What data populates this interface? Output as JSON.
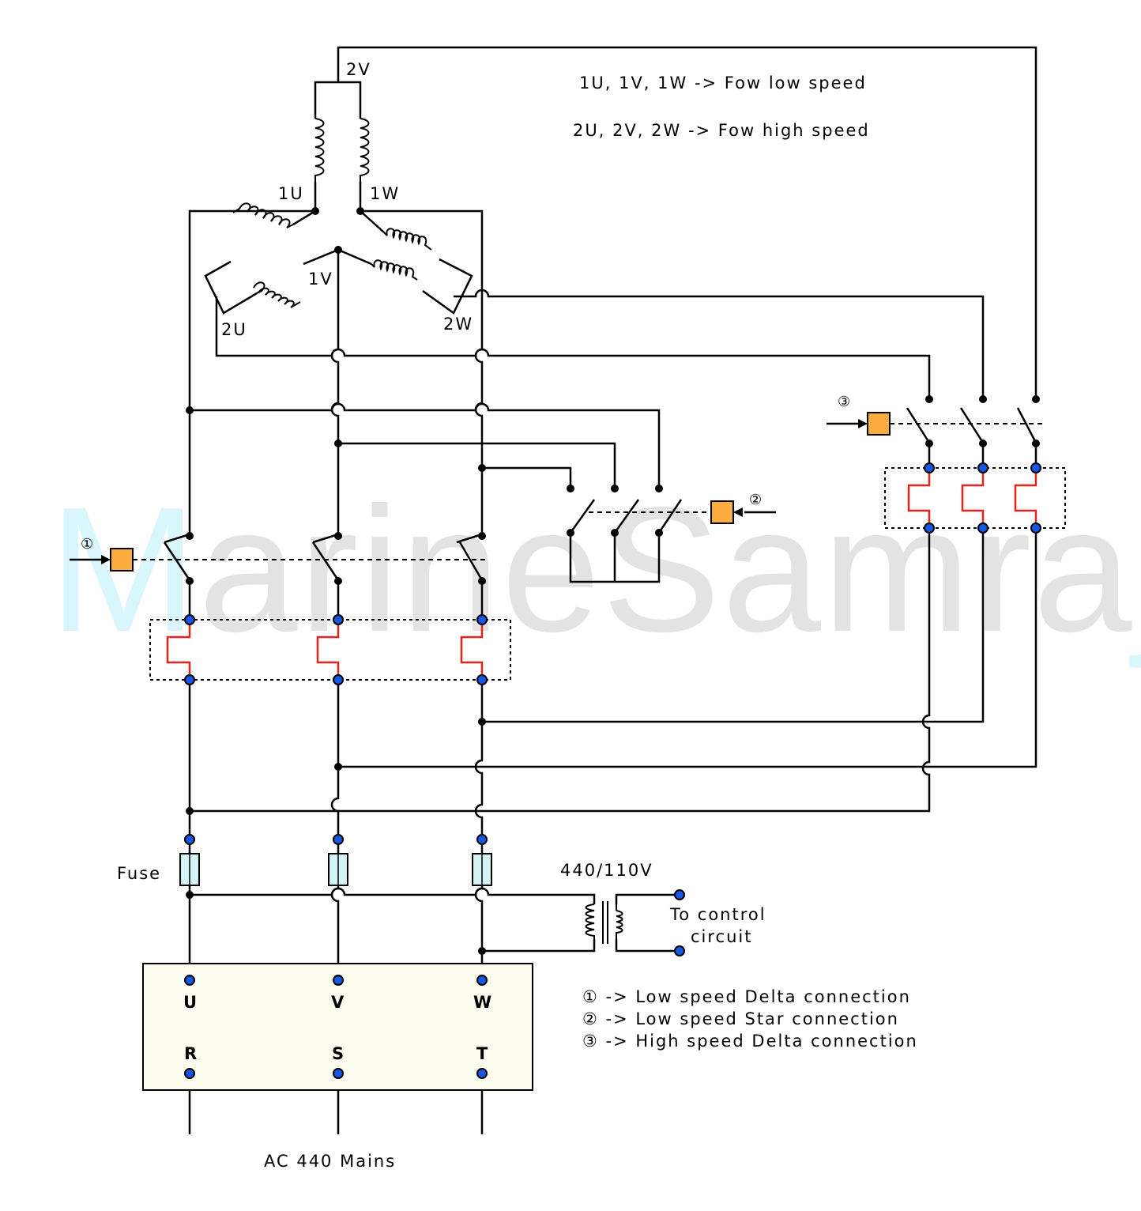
{
  "watermark": {
    "text": "MarineSamraj",
    "colors": [
      "#d9f6fc",
      "#e3e3e3",
      "#e3e3e3"
    ]
  },
  "colors": {
    "wire": "#000000",
    "terminal": "#1558e6",
    "contactor_coil": "#fbac3f",
    "heater": "#e8231c",
    "fuse": "#d4f3f7",
    "mains_box": "#fcfcef"
  },
  "notes": {
    "low": "1U, 1V, 1W -> Fow low speed",
    "high": "2U, 2V, 2W -> Fow high speed"
  },
  "windings": {
    "w2v": "2V",
    "w1u": "1U",
    "w1w": "1W",
    "w1v": "1V",
    "w2u": "2U",
    "w2w": "2W"
  },
  "contactors": {
    "c1": "①",
    "c2": "②",
    "c3": "③"
  },
  "fuse_label": "Fuse",
  "transformer": {
    "ratio": "440/110V",
    "output_line1": "To control",
    "output_line2": "circuit"
  },
  "mains_box": {
    "top": [
      "U",
      "V",
      "W"
    ],
    "bottom": [
      "R",
      "S",
      "T"
    ]
  },
  "mains_label": "AC 440 Mains",
  "legend": [
    "① -> Low speed Delta connection",
    "② -> Low speed Star connection",
    "③ -> High speed Delta connection"
  ]
}
